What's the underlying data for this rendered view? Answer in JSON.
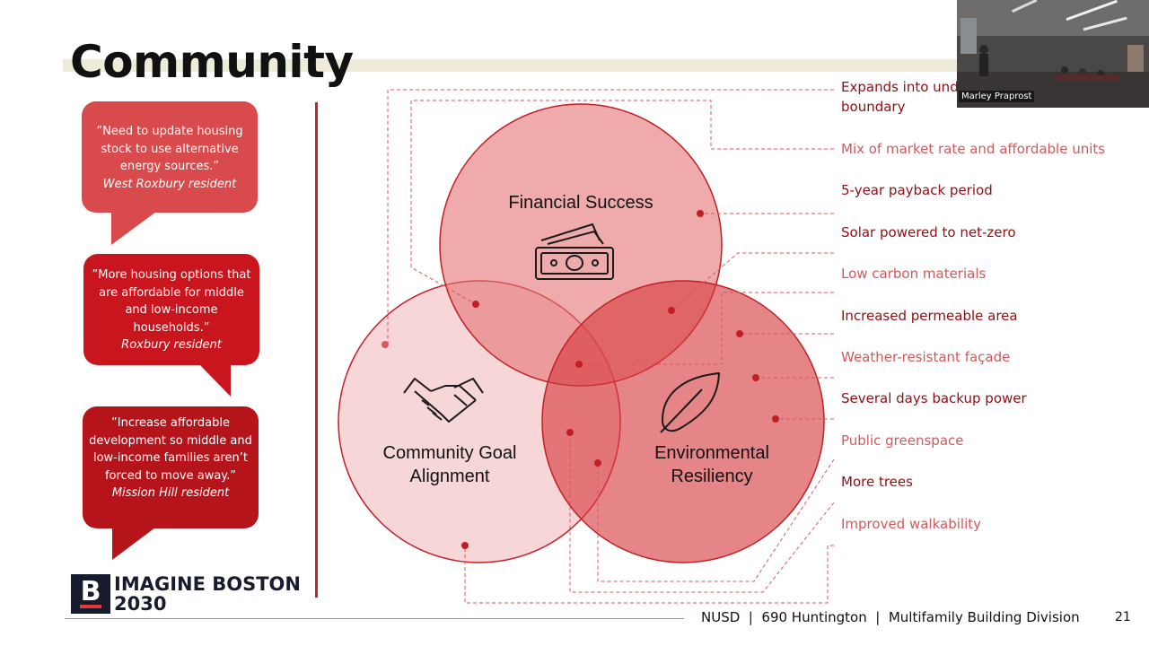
{
  "slide": {
    "title": "Community",
    "page_number": "21",
    "footer": "NUSD  |  690 Huntington  |  Multifamily Building Division"
  },
  "quotes": [
    {
      "text": "”Need to update housing stock to use alternative energy sources.”",
      "attribution": "West Roxbury resident"
    },
    {
      "text": "”More housing options that are affordable for middle and low-income households.”",
      "attribution": "Roxbury resident"
    },
    {
      "text": "”Increase affordable development so middle and low-income families aren’t forced to move away.”",
      "attribution": "Mission Hill resident"
    }
  ],
  "logo": {
    "letter": "B",
    "line1": "IMAGINE BOSTON",
    "line2": "2030"
  },
  "venn": {
    "financial": "Financial Success",
    "community_line1": "Community Goal",
    "community_line2": "Alignment",
    "environmental_line1": "Environmental",
    "environmental_line2": "Resiliency",
    "icons": [
      "money-icon",
      "handshake-icon",
      "leaf-icon"
    ]
  },
  "labels": [
    {
      "line1": "Expands into und",
      "line2": "boundary"
    },
    {
      "text": "Mix of market rate and affordable units"
    },
    {
      "text": "5-year payback period"
    },
    {
      "text": "Solar powered to net-zero"
    },
    {
      "text": "Low carbon materials"
    },
    {
      "text": "Increased permeable area"
    },
    {
      "text": "Weather-resistant façade"
    },
    {
      "text": "Several days backup power"
    },
    {
      "text": "Public greenspace"
    },
    {
      "text": "More trees"
    },
    {
      "text": "Improved walkability"
    }
  ],
  "video": {
    "participant": "Marley Praprost"
  },
  "colors": {
    "accent": "#c0282e",
    "dark_label": "#8f0f14",
    "light_label": "#cf5a5d"
  }
}
